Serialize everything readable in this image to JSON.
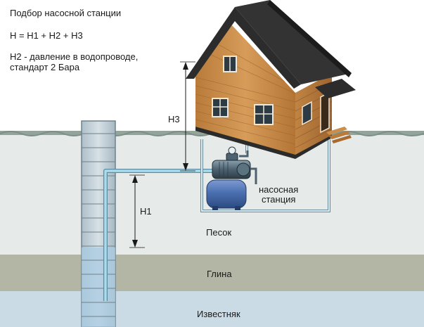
{
  "title": "Подбор насосной станции",
  "formula": "H = H1 + H2 + H3",
  "note_line1": "H2 - давление в водопроводе,",
  "note_line2": "стандарт 2 Бара",
  "labels": {
    "h3": "H3",
    "h1": "H1",
    "station_line1": "насосная",
    "station_line2": "станция"
  },
  "layers": {
    "sand": "Песок",
    "clay": "Глина",
    "limestone": "Известняк"
  },
  "colors": {
    "sky": "#ffffff",
    "sand": "#e7ebea",
    "clay": "#b5b7a7",
    "limestone": "#cddde8",
    "grass": "#8b9c92",
    "wood": "#c98e4c",
    "roof": "#2d2d2d",
    "pipe": "#9fd2e6",
    "tank": "#4a6fb0"
  }
}
